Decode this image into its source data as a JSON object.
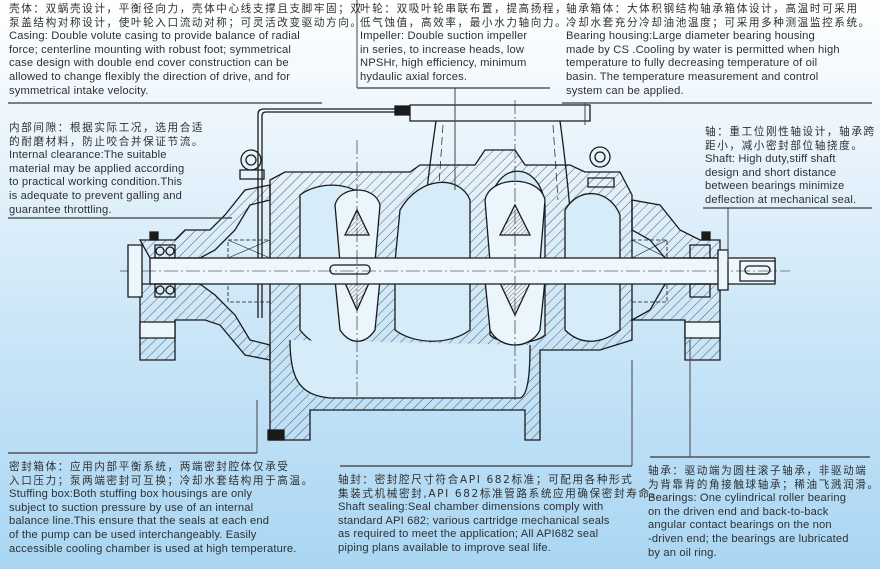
{
  "title": "Double-suction multistage centrifugal pump cross-section with component notes",
  "colors": {
    "background_top": "#ffffff",
    "background_bottom": "#a9d6f3",
    "line": "#1a1a1a",
    "text": "#303030"
  },
  "notes": {
    "casing": {
      "cn": [
        "壳体：双蜗壳设计，平衡径向力，壳体中心线支撑且支脚牢固；双",
        "泵盖结构对称设计，使叶轮入口流动对称；可灵活改变驱动方向。"
      ],
      "en": [
        "Casing: Double volute casing to provide balance of radial",
        "force; centerline mounting with robust foot; symmetrical",
        "case design with double end cover construction can be",
        "allowed to change flexibly the  direction of drive, and for",
        "symmetrical intake velocity."
      ]
    },
    "impeller": {
      "cn": [
        "叶轮：双吸叶轮串联布置，提高扬程，",
        "低气蚀值，高效率，最小水力轴向力。"
      ],
      "en": [
        "Impeller: Double suction impeller",
        "in series, to increase heads, low",
        "NPSHr, high efficiency, minimum",
        "hydaulic axial forces."
      ]
    },
    "bearing_housing": {
      "cn": [
        "轴承箱体：大体积钢结构轴承箱体设计，高温时可采用",
        "冷却水套充分冷却油池温度；可采用多种测温监控系统。"
      ],
      "en": [
        "Bearing housing:Large diameter bearing housing",
        "made by CS .Cooling by water is permitted when high",
        "temperature to fully decreasing  temperature of oil",
        "basin. The temperature measurement and control",
        "system can be applied."
      ]
    },
    "internal_clearance": {
      "cn": [
        "内部间隙：根据实际工况，选用合适",
        "的耐磨材料，防止咬合并保证节流。"
      ],
      "en": [
        "Internal clearance:The suitable",
        "material may be applied according",
        "to practical working condition.This",
        "is adequate to prevent galling and",
        "guarantee  throttling."
      ]
    },
    "shaft": {
      "cn": [
        "轴：重工位刚性轴设计，轴承跨",
        "距小，减小密封部位轴挠度。"
      ],
      "en": [
        "Shaft: High duty,stiff shaft",
        "design and short distance",
        "between bearings minimize",
        "deflection at mechanical seal."
      ]
    },
    "stuffing_box": {
      "cn": [
        "密封箱体：应用内部平衡系统，两端密封腔体仅承受",
        "入口压力；泵两端密封可互换；冷却水套结构用于高温。"
      ],
      "en": [
        "Stuffing box:Both stuffing box housings are only",
        "subject to suction pressure by use of an internal",
        "balance line.This ensure that the seals at each end",
        "of the pump can be used interchangeably. Easily",
        "accessible cooling chamber is used at high temperature."
      ]
    },
    "shaft_sealing": {
      "cn": [
        "轴封：密封腔尺寸符合API 682标准；可配用各种形式",
        "集装式机械密封,API 682标准管路系统应用确保密封寿命。"
      ],
      "en": [
        "Shaft sealing:Seal chamber dimensions comply with",
        "standard API 682; various cartridge mechanical seals",
        "as required to meet the application; All API682 seal",
        "piping plans available to improve seal life."
      ]
    },
    "bearings": {
      "cn": [
        "轴承：驱动端为圆柱滚子轴承，非驱动端",
        "为背靠背的角接触球轴承；稀油飞溅润滑。"
      ],
      "en": [
        "Bearings: One cylindrical roller bearing",
        "on the driven end and back-to-back",
        "angular contact bearings on the non",
        "-driven end; the bearings are lubricated",
        "by an oil ring."
      ]
    }
  }
}
